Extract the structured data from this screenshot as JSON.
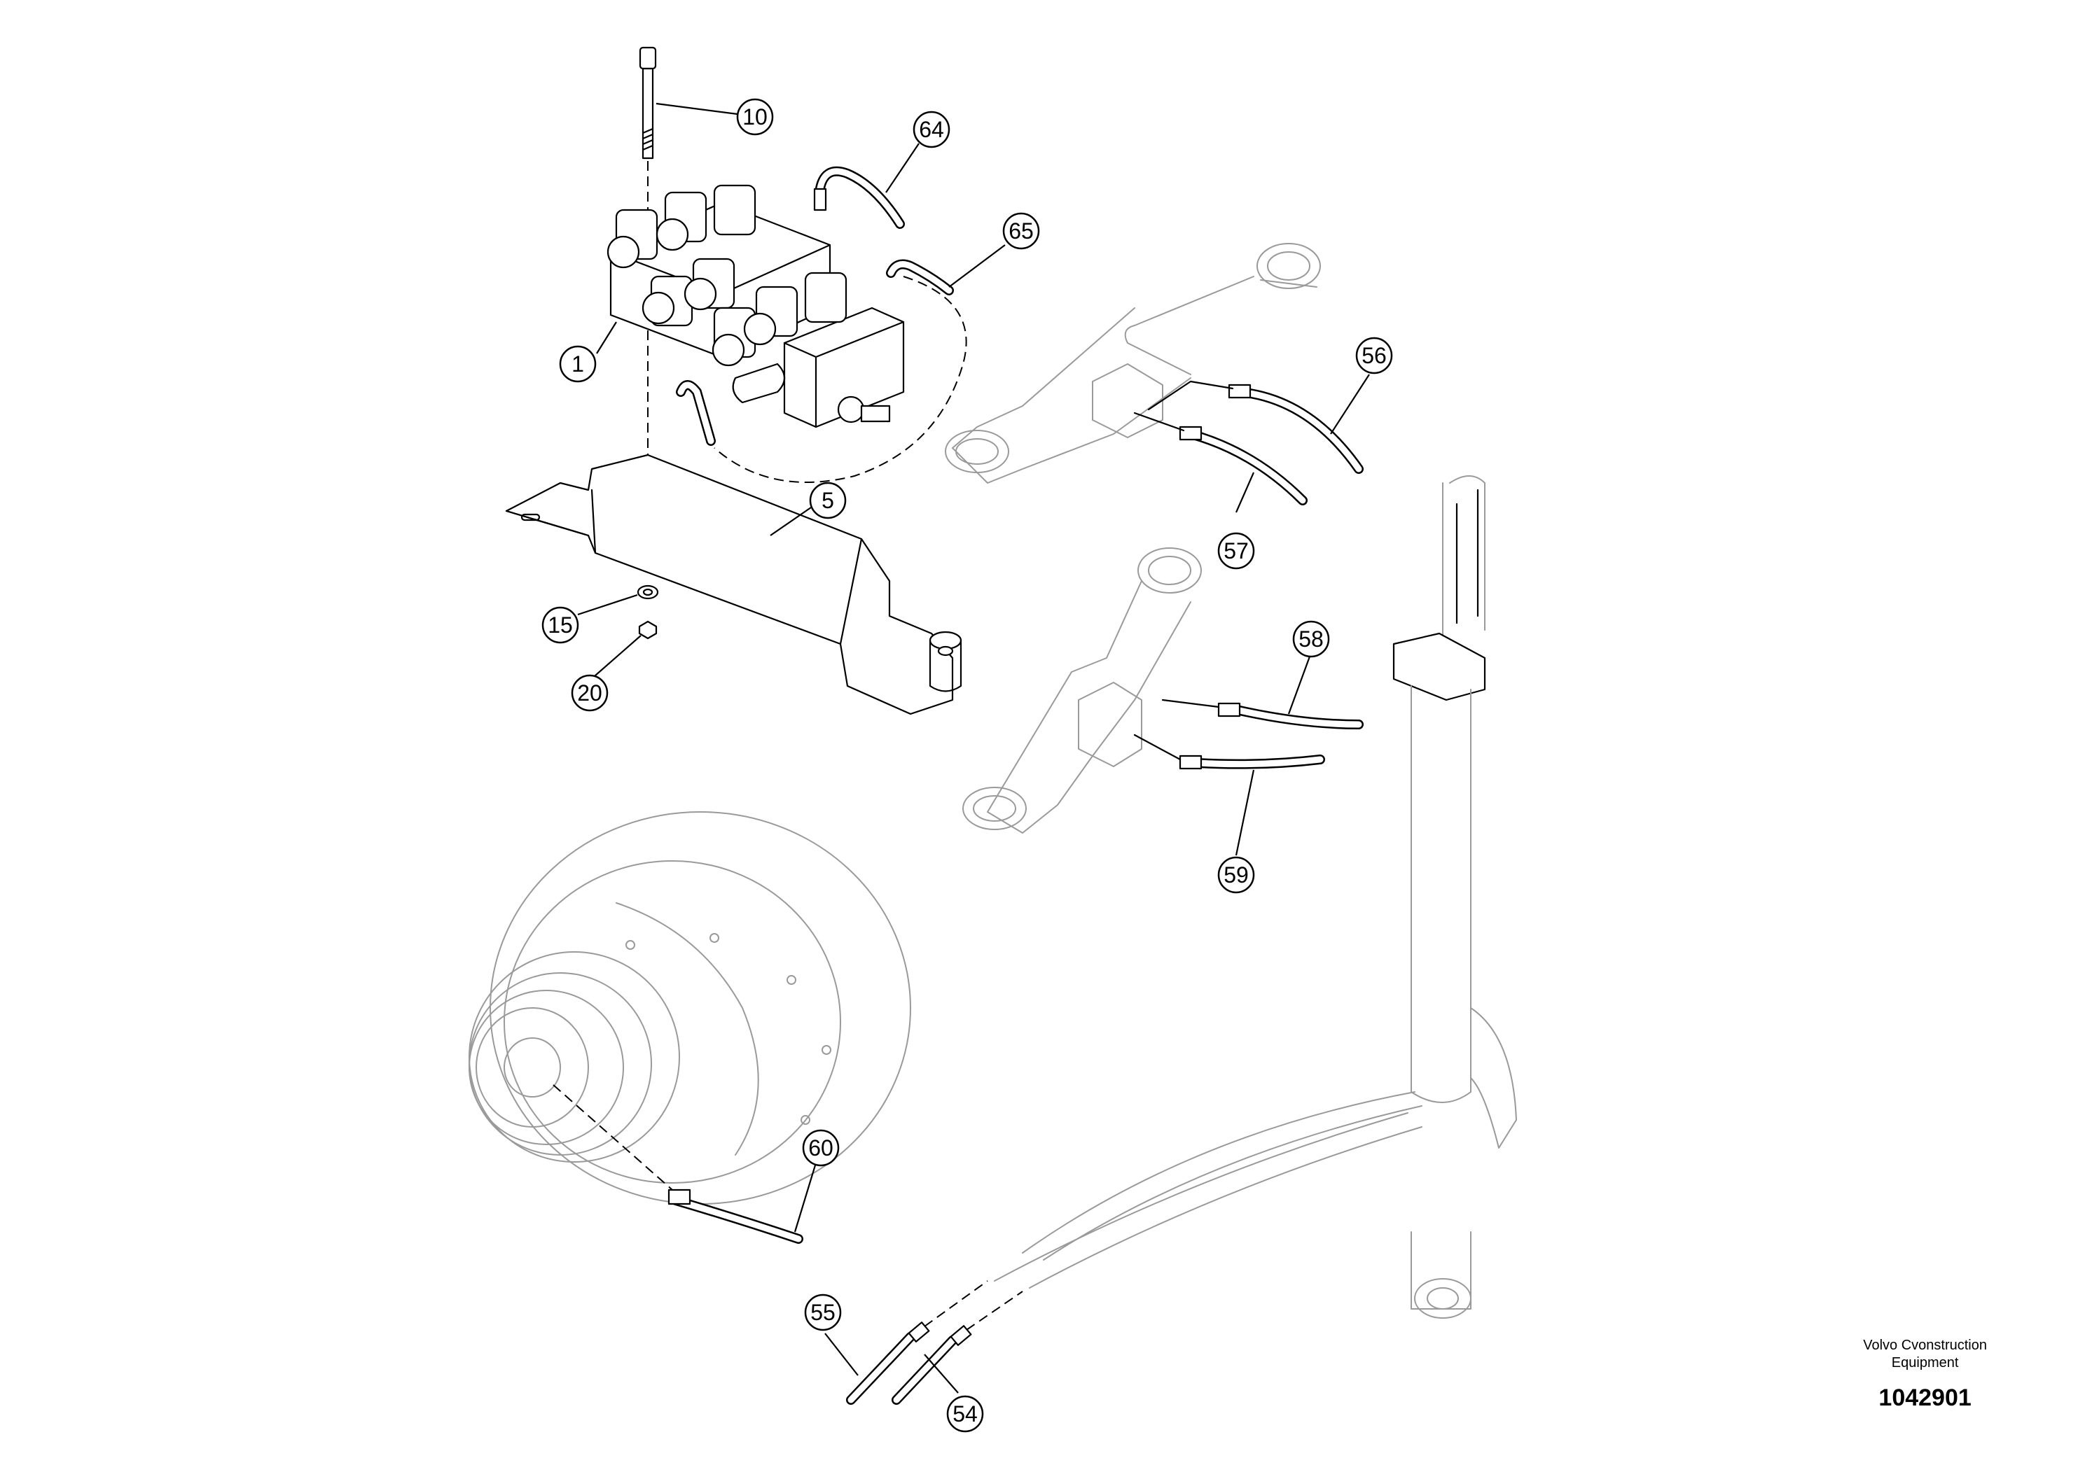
{
  "callouts": [
    {
      "label": "10"
    },
    {
      "label": "64"
    },
    {
      "label": "65"
    },
    {
      "label": "1"
    },
    {
      "label": "5"
    },
    {
      "label": "15"
    },
    {
      "label": "20"
    },
    {
      "label": "56"
    },
    {
      "label": "57"
    },
    {
      "label": "58"
    },
    {
      "label": "59"
    },
    {
      "label": "60"
    },
    {
      "label": "55"
    },
    {
      "label": "54"
    }
  ],
  "footer": {
    "brand_line1": "Volvo Cvonstruction",
    "brand_line2": "Equipment",
    "drawing_number": "1042901"
  }
}
